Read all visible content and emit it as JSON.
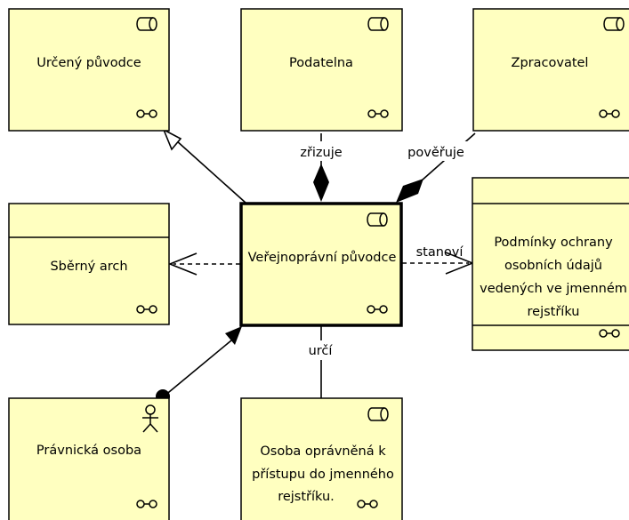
{
  "nodes": {
    "urceny_puvodce": {
      "label": "Určený původce",
      "icon": "role-cylinder-icon"
    },
    "podatelna": {
      "label": "Podatelna",
      "icon": "role-cylinder-icon"
    },
    "zpracovatel": {
      "label": "Zpracovatel",
      "icon": "role-cylinder-icon"
    },
    "sberny_arch": {
      "label": "Sběrný arch",
      "icon": "business-object-icon"
    },
    "verejnopravni_puvodce": {
      "label": "Veřejnoprávní původce",
      "icon": "role-cylinder-icon"
    },
    "podminky": {
      "lines": [
        "Podmínky ochrany",
        "osobních údajů",
        "vedených ve jmenném",
        "rejstříku"
      ],
      "icon": "business-object-icon"
    },
    "pravnicka_osoba": {
      "label": "Právnická osoba",
      "icon": "actor-icon"
    },
    "osoba_opravnena": {
      "lines": [
        "Osoba oprávněná k",
        "přístupu do jmenného",
        "rejstříku."
      ],
      "icon": "role-cylinder-icon"
    }
  },
  "relations": {
    "zrizuje": "zřizuje",
    "poveruje": "pověřuje",
    "stanovi": "stanoví",
    "urci": "určí"
  },
  "colors": {
    "node_fill": "#ffffc0",
    "line": "#000000"
  }
}
